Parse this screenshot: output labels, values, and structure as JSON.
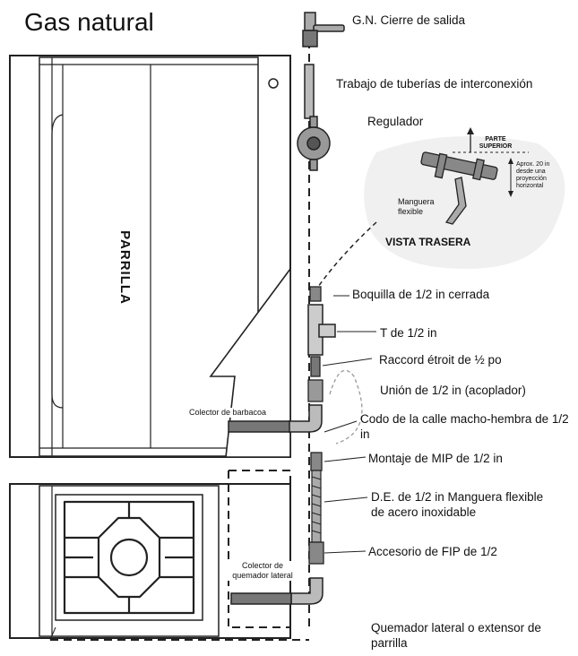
{
  "title": "Gas natural",
  "grill_label": "PARRILLA",
  "labels": {
    "shutoff": "G.N. Cierre de salida",
    "piping": "Trabajo de tuberías de interconexión",
    "regulator": "Regulador",
    "capped_nipple": "Boquilla de 1/2 in cerrada",
    "tee": "T de 1/2 in",
    "narrow_fitting": "Raccord étroit de ½ po",
    "union": "Unión de 1/2 in (acoplador)",
    "street_elbow": "Codo de la calle macho-hembra de 1/2 in",
    "mip": "Montaje de MIP de 1/2 in",
    "flex_hose": "D.E. de 1/2 in Manguera flexible de acero inoxidable",
    "fip": "Accesorio de FIP de 1/2",
    "side_burner": "Quemador lateral o extensor de parrilla",
    "bbq_manifold": "Colector de barbacoa",
    "side_burner_manifold": "Colector de quemador lateral"
  },
  "inset": {
    "top_label": "PARTE SUPERIOR",
    "approx_label": "Aprox. 20 in desde una proyección horizontal",
    "hose_label": "Manguera flexible",
    "rear_view": "VISTA TRASERA"
  },
  "colors": {
    "line": "#222222",
    "inset_bg": "#f0f0f0"
  }
}
